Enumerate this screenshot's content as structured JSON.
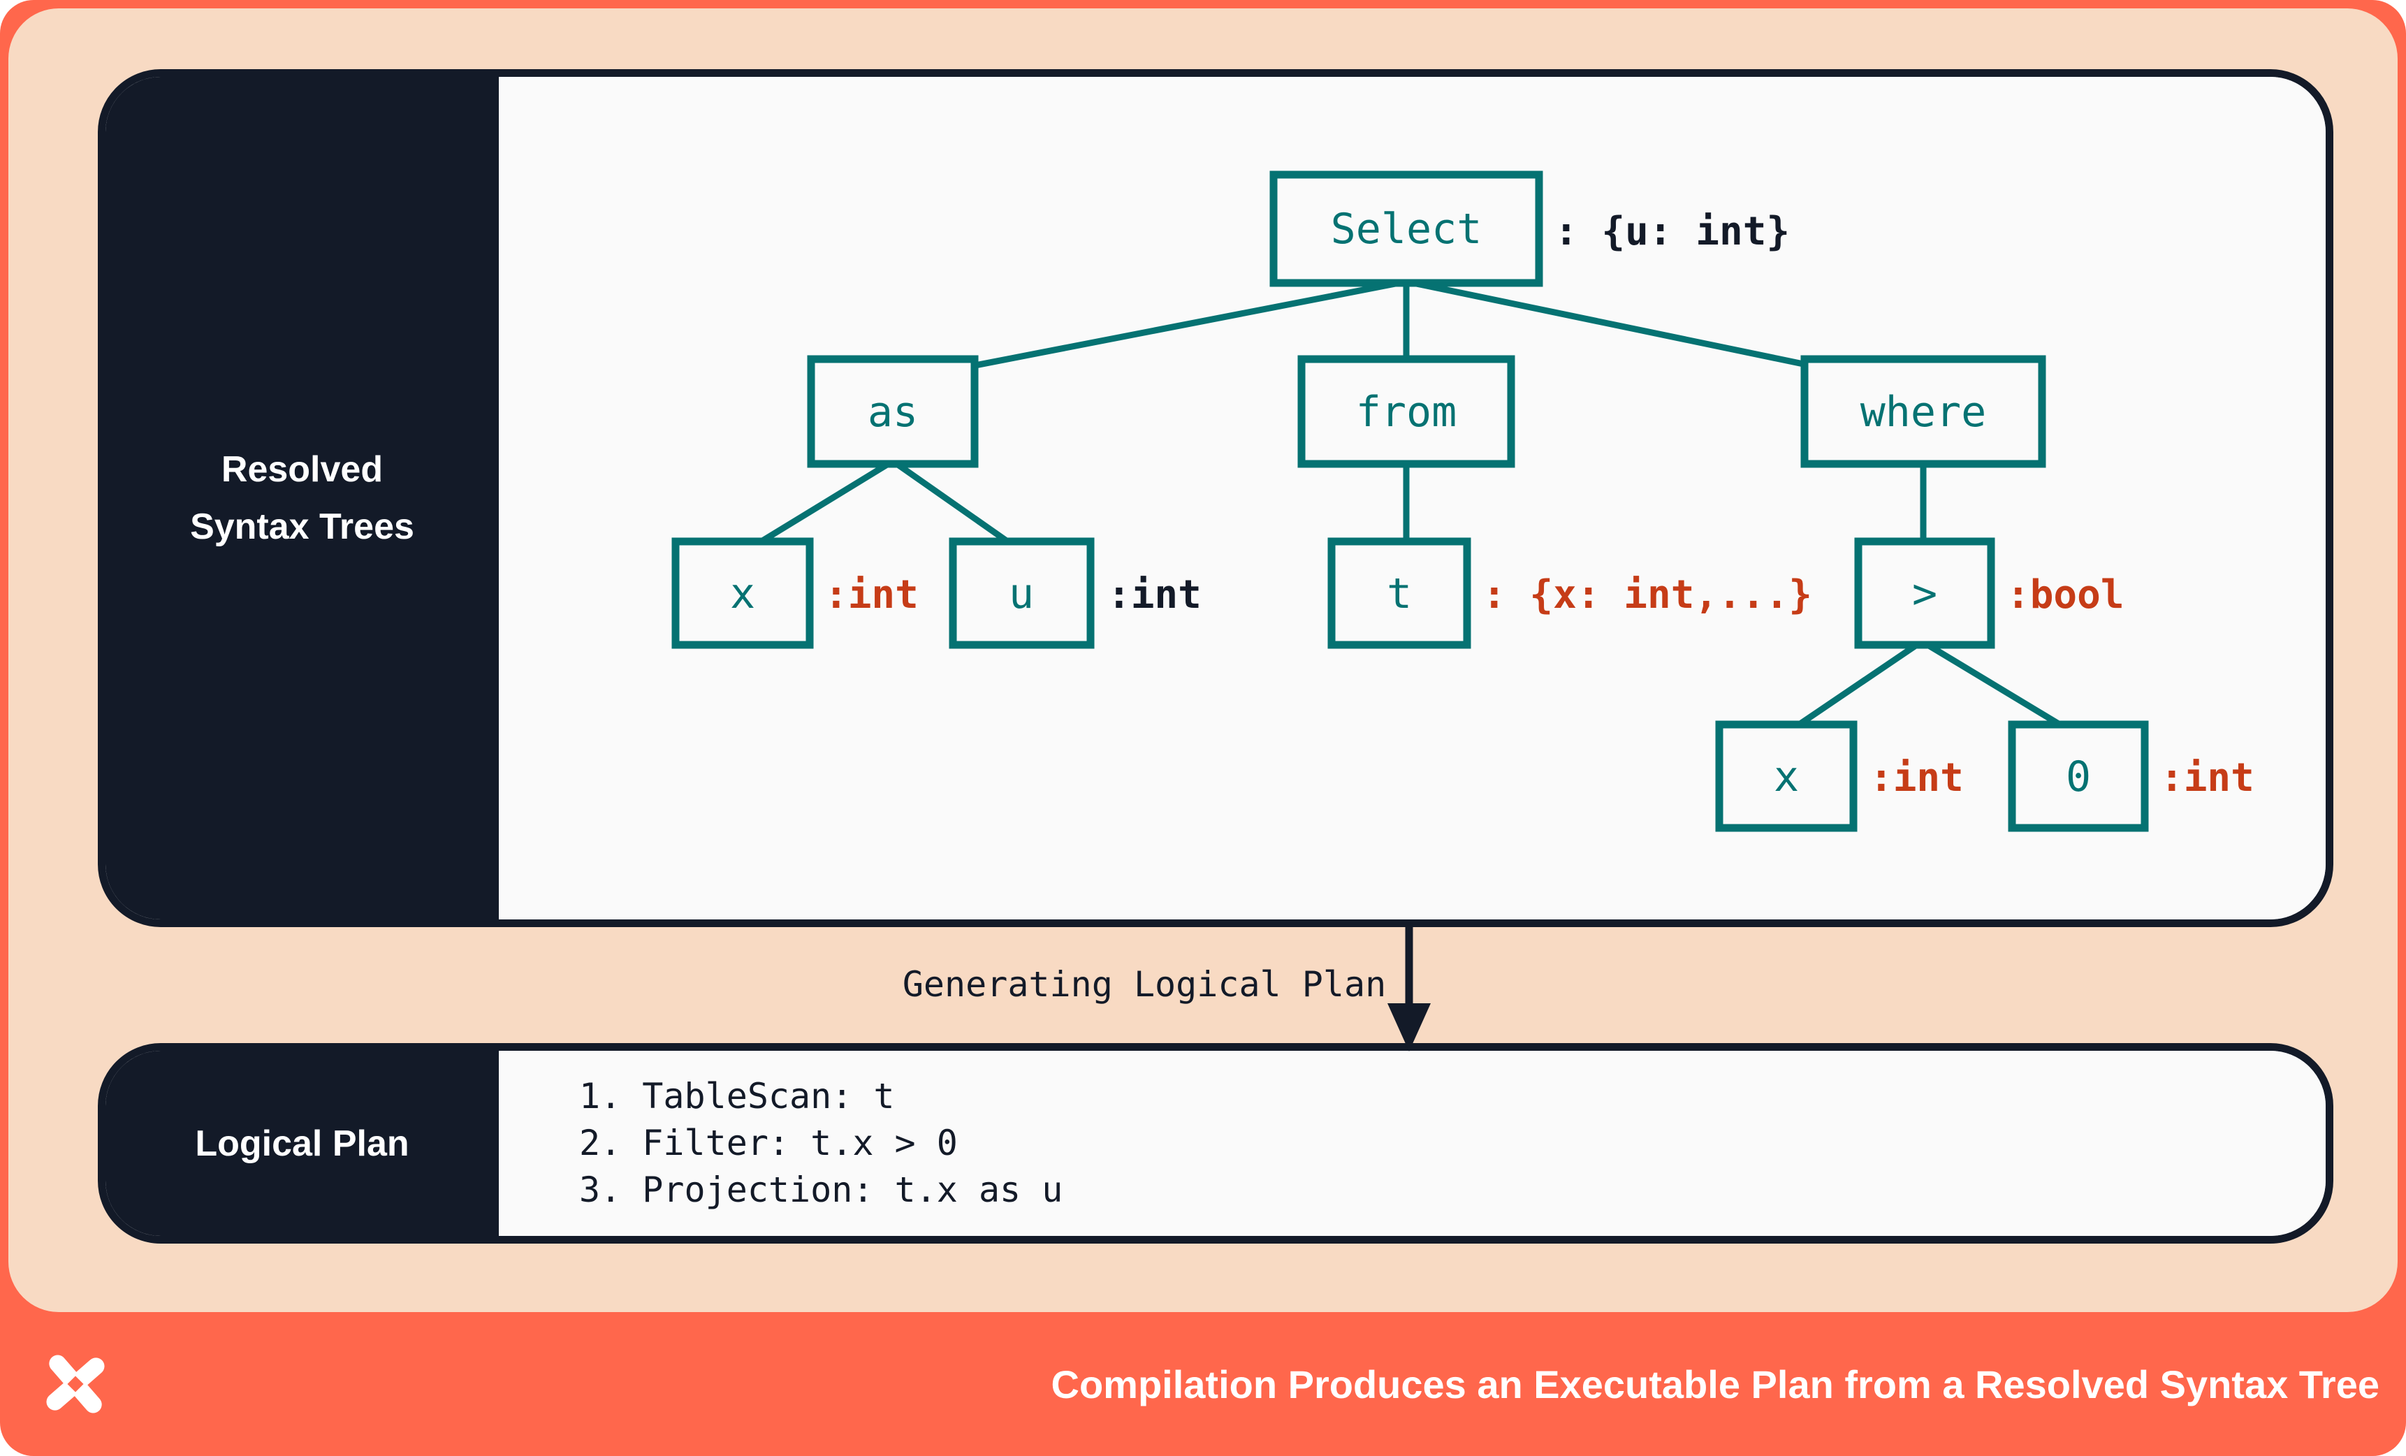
{
  "colors": {
    "coral": "#ff674c",
    "peach": "#f8dac3",
    "navy": "#131a28",
    "panel_white": "#fafafa",
    "teal": "#057272",
    "red": "#c63c17",
    "white": "#ffffff"
  },
  "rst_panel": {
    "sidebar_label_line1": "Resolved",
    "sidebar_label_line2": "Syntax Trees"
  },
  "tree": {
    "nodes": {
      "select": {
        "label": "Select",
        "annotation": ": {u: int}",
        "annotation_color": "navy"
      },
      "as": {
        "label": "as"
      },
      "from": {
        "label": "from"
      },
      "where": {
        "label": "where"
      },
      "x1": {
        "label": "x",
        "annotation": ":int",
        "annotation_color": "red"
      },
      "u": {
        "label": "u",
        "annotation": ":int",
        "annotation_color": "navy"
      },
      "t": {
        "label": "t",
        "annotation": ": {x: int,...}",
        "annotation_color": "red"
      },
      "gt": {
        "label": ">",
        "annotation": ":bool",
        "annotation_color": "red"
      },
      "x2": {
        "label": "x",
        "annotation": ":int",
        "annotation_color": "red"
      },
      "zero": {
        "label": "0",
        "annotation": ":int",
        "annotation_color": "red"
      }
    }
  },
  "transition": {
    "label": "Generating Logical Plan",
    "arrow_icon": "down-arrow"
  },
  "plan_panel": {
    "sidebar_label": "Logical Plan",
    "steps": {
      "s1": "1. TableScan: t",
      "s2": "2. Filter: t.x > 0",
      "s3": "3. Projection: t.x as u"
    }
  },
  "footer": {
    "logo_icon": "pinwheel-star-logo",
    "title": "Compilation Produces an Executable Plan from a Resolved Syntax Tree"
  }
}
